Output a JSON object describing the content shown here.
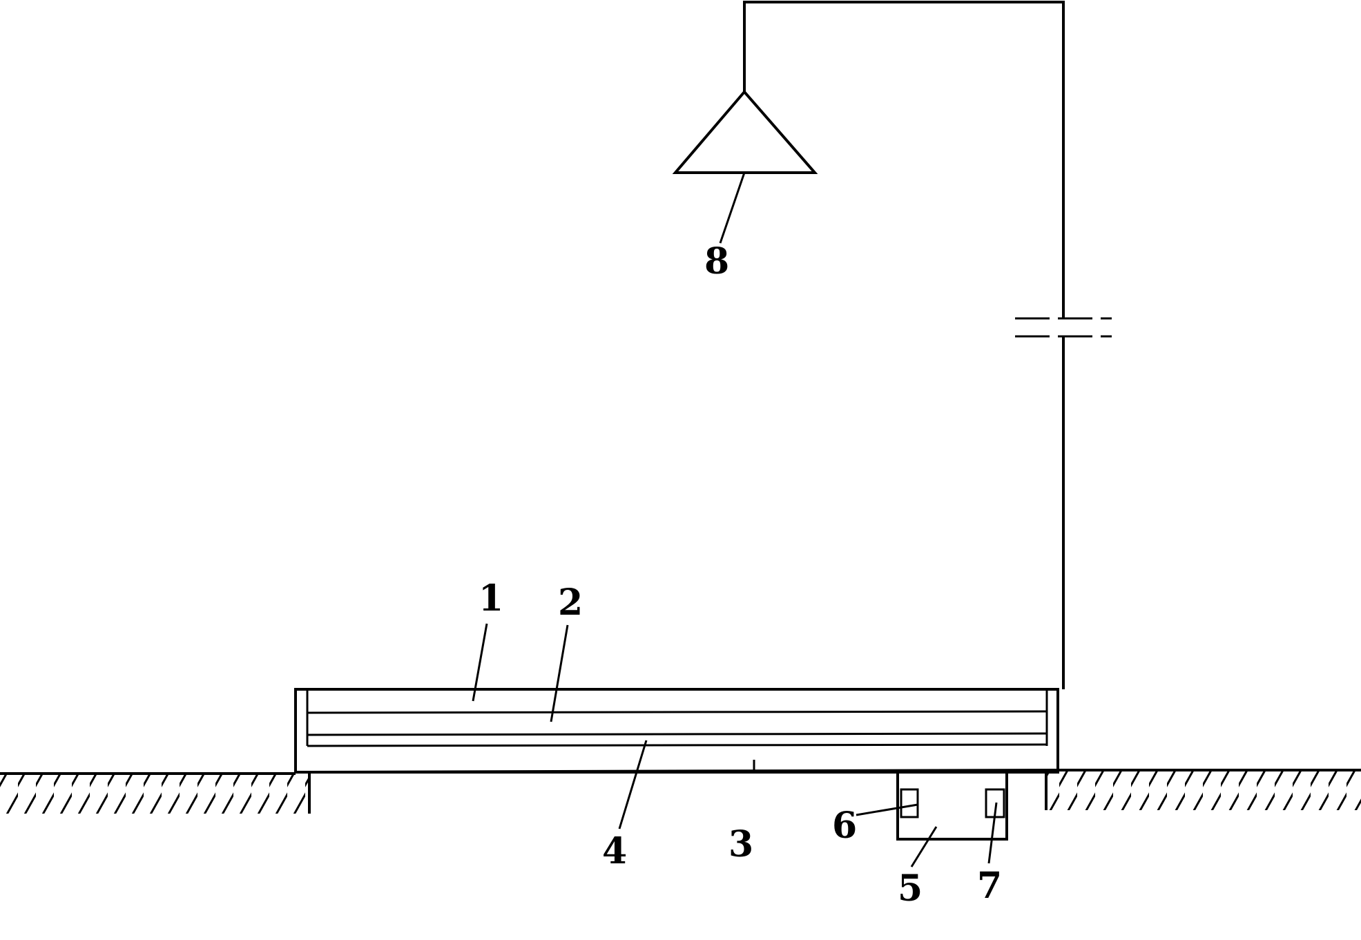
{
  "diagram": {
    "labels": {
      "l1": "1",
      "l2": "2",
      "l3": "3",
      "l4": "4",
      "l5": "5",
      "l6": "6",
      "l7": "7",
      "l8": "8"
    },
    "components": [
      "trough-frame",
      "upper-layer",
      "lower-layer",
      "drain-pit",
      "ground-hatching",
      "spray-nozzle",
      "pipe-line",
      "pipe-break"
    ]
  }
}
